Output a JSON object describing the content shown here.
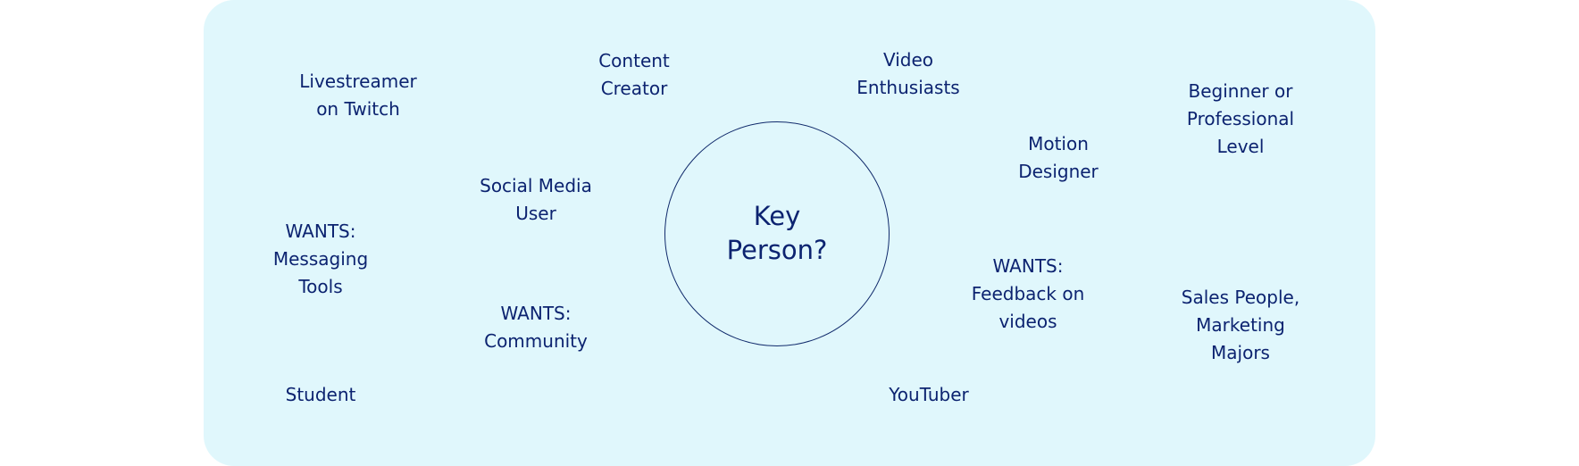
{
  "center": {
    "label": "Key\nPerson?"
  },
  "notes": [
    {
      "id": "livestreamer",
      "text": "Livestreamer\non Twitch"
    },
    {
      "id": "content-creator",
      "text": "Content\nCreator"
    },
    {
      "id": "video-enthusiasts",
      "text": "Video\nEnthusiasts"
    },
    {
      "id": "beginner-professional",
      "text": "Beginner or\nProfessional\nLevel"
    },
    {
      "id": "motion-designer",
      "text": "Motion\nDesigner"
    },
    {
      "id": "social-media-user",
      "text": "Social Media\nUser"
    },
    {
      "id": "wants-messaging",
      "text": "WANTS:\nMessaging\nTools"
    },
    {
      "id": "wants-feedback",
      "text": "WANTS:\nFeedback on\nvideos"
    },
    {
      "id": "sales-marketing",
      "text": "Sales People,\nMarketing\nMajors"
    },
    {
      "id": "wants-community",
      "text": "WANTS:\nCommunity"
    },
    {
      "id": "student",
      "text": "Student"
    },
    {
      "id": "youtuber",
      "text": "YouTuber"
    }
  ]
}
